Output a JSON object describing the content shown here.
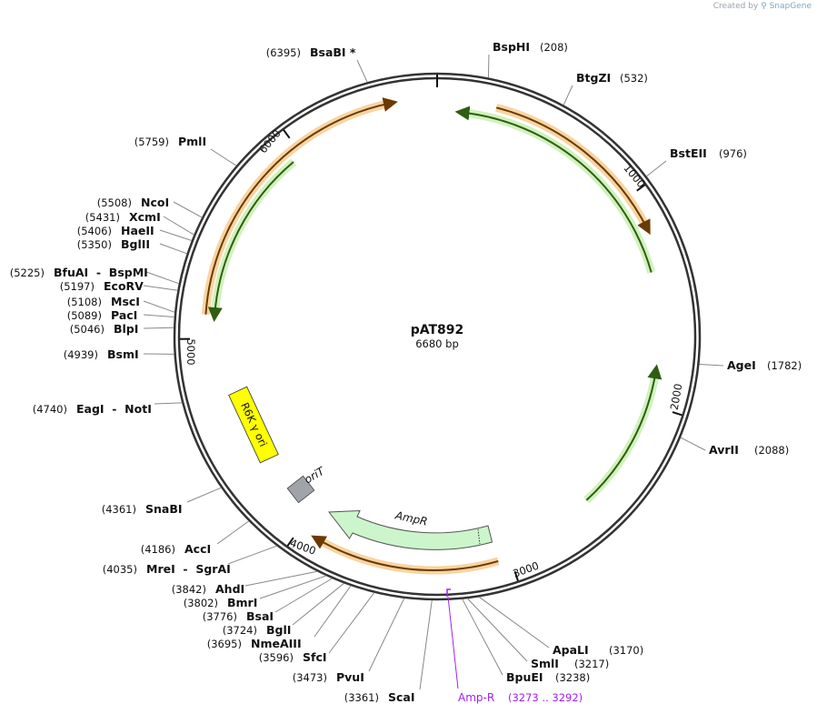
{
  "credit": {
    "prefix": "Created by",
    "brand": "SnapGene"
  },
  "plasmid": {
    "name": "pAT892",
    "length_label": "6680 bp",
    "length": 6680
  },
  "ticks": [
    {
      "bp": 1000,
      "label": "1000"
    },
    {
      "bp": 2000,
      "label": "2000"
    },
    {
      "bp": 3000,
      "label": "3000"
    },
    {
      "bp": 4000,
      "label": "4000"
    },
    {
      "bp": 5000,
      "label": "5000"
    },
    {
      "bp": 6000,
      "label": "6000"
    }
  ],
  "sites": [
    {
      "name": "BspHI",
      "pos": "(208)",
      "bp": 208
    },
    {
      "name": "BtgZI",
      "pos": "(532)",
      "bp": 532
    },
    {
      "name": "BstEII",
      "pos": "(976)",
      "bp": 976
    },
    {
      "name": "AgeI",
      "pos": "(1782)",
      "bp": 1782
    },
    {
      "name": "AvrII",
      "pos": "(2088)",
      "bp": 2088
    },
    {
      "name": "ApaLI",
      "pos": "(3170)",
      "bp": 3170
    },
    {
      "name": "SmlI",
      "pos": "(3217)",
      "bp": 3217
    },
    {
      "name": "BpuEI",
      "pos": "(3238)",
      "bp": 3238
    },
    {
      "name": "ScaI",
      "pos": "(3361)",
      "bp": 3361
    },
    {
      "name": "PvuI",
      "pos": "(3473)",
      "bp": 3473
    },
    {
      "name": "SfcI",
      "pos": "(3596)",
      "bp": 3596
    },
    {
      "name": "NmeAIII",
      "pos": "(3695)",
      "bp": 3695
    },
    {
      "name": "BglI",
      "pos": "(3724)",
      "bp": 3724
    },
    {
      "name": "BsaI",
      "pos": "(3776)",
      "bp": 3776
    },
    {
      "name": "BmrI",
      "pos": "(3802)",
      "bp": 3802
    },
    {
      "name": "AhdI",
      "pos": "(3842)",
      "bp": 3842
    },
    {
      "name": "MreI  -  SgrAI",
      "pos": "(4035)",
      "bp": 4035
    },
    {
      "name": "AccI",
      "pos": "(4186)",
      "bp": 4186
    },
    {
      "name": "SnaBI",
      "pos": "(4361)",
      "bp": 4361
    },
    {
      "name": "EagI  -  NotI",
      "pos": "(4740)",
      "bp": 4740
    },
    {
      "name": "BsmI",
      "pos": "(4939)",
      "bp": 4939
    },
    {
      "name": "BlpI",
      "pos": "(5046)",
      "bp": 5046
    },
    {
      "name": "PacI",
      "pos": "(5089)",
      "bp": 5089
    },
    {
      "name": "MscI",
      "pos": "(5108)",
      "bp": 5108
    },
    {
      "name": "EcoRV",
      "pos": "(5197)",
      "bp": 5197
    },
    {
      "name": "BfuAI  -  BspMI",
      "pos": "(5225)",
      "bp": 5225
    },
    {
      "name": "BglII",
      "pos": "(5350)",
      "bp": 5350
    },
    {
      "name": "HaeII",
      "pos": "(5406)",
      "bp": 5406
    },
    {
      "name": "XcmI",
      "pos": "(5431)",
      "bp": 5431
    },
    {
      "name": "NcoI",
      "pos": "(5508)",
      "bp": 5508
    },
    {
      "name": "PmlI",
      "pos": "(5759)",
      "bp": 5759
    },
    {
      "name": "BsaBI *",
      "pos": "(6395)",
      "bp": 6395
    }
  ],
  "primer": {
    "name": "Amp-R",
    "range": "(3273 .. 3292)",
    "bp": 3283
  },
  "features": [
    {
      "name": "AmpR",
      "kind": "arrow"
    },
    {
      "name": "R6K γ ori",
      "kind": "box"
    },
    {
      "name": "oriT",
      "kind": "box"
    }
  ],
  "colors": {
    "backbone": "#333333",
    "orange_feature": "#d9954a",
    "green_feature": "#5a9e2c",
    "ampr_fill": "#ccf5cc",
    "ori_fill": "#ffff00",
    "orit_fill": "#9fa3aa",
    "primer": "#a020f0"
  }
}
